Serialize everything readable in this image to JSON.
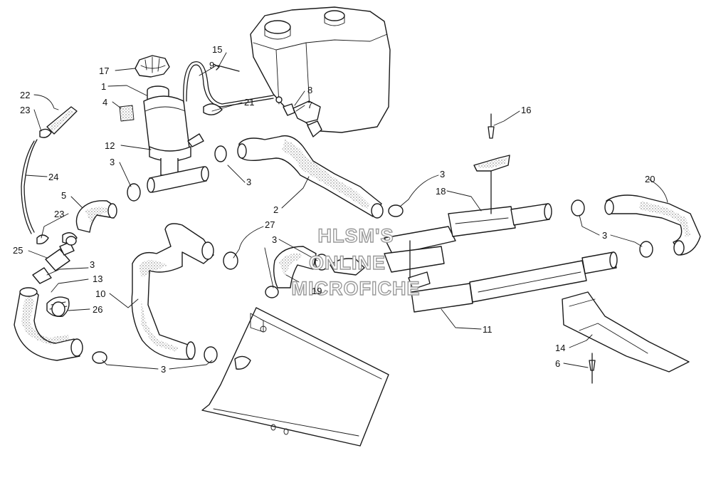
{
  "watermark": {
    "line1": "HLSM'S",
    "line2": "ONLINE",
    "line3": "MICROFICHE"
  },
  "callouts": [
    {
      "id": "c17",
      "text": "17"
    },
    {
      "id": "c1",
      "text": "1"
    },
    {
      "id": "c4",
      "text": "4"
    },
    {
      "id": "c12",
      "text": "12"
    },
    {
      "id": "c3a",
      "text": "3"
    },
    {
      "id": "c22",
      "text": "22"
    },
    {
      "id": "c23a",
      "text": "23"
    },
    {
      "id": "c24",
      "text": "24"
    },
    {
      "id": "c5",
      "text": "5"
    },
    {
      "id": "c23b",
      "text": "23"
    },
    {
      "id": "c25",
      "text": "25"
    },
    {
      "id": "c3b",
      "text": "3"
    },
    {
      "id": "c13",
      "text": "13"
    },
    {
      "id": "c10",
      "text": "10"
    },
    {
      "id": "c26",
      "text": "26"
    },
    {
      "id": "c3c",
      "text": "3"
    },
    {
      "id": "c15",
      "text": "15"
    },
    {
      "id": "c9",
      "text": "9"
    },
    {
      "id": "c21",
      "text": "21"
    },
    {
      "id": "c8",
      "text": "8"
    },
    {
      "id": "c7",
      "text": "7"
    },
    {
      "id": "c3d",
      "text": "3"
    },
    {
      "id": "c2",
      "text": "2"
    },
    {
      "id": "c27",
      "text": "27"
    },
    {
      "id": "c3e",
      "text": "3"
    },
    {
      "id": "c19",
      "text": "19"
    },
    {
      "id": "c16",
      "text": "16"
    },
    {
      "id": "c3f",
      "text": "3"
    },
    {
      "id": "c18",
      "text": "18"
    },
    {
      "id": "c20",
      "text": "20"
    },
    {
      "id": "c3g",
      "text": "3"
    },
    {
      "id": "c11",
      "text": "11"
    },
    {
      "id": "c14",
      "text": "14"
    },
    {
      "id": "c6",
      "text": "6"
    }
  ]
}
